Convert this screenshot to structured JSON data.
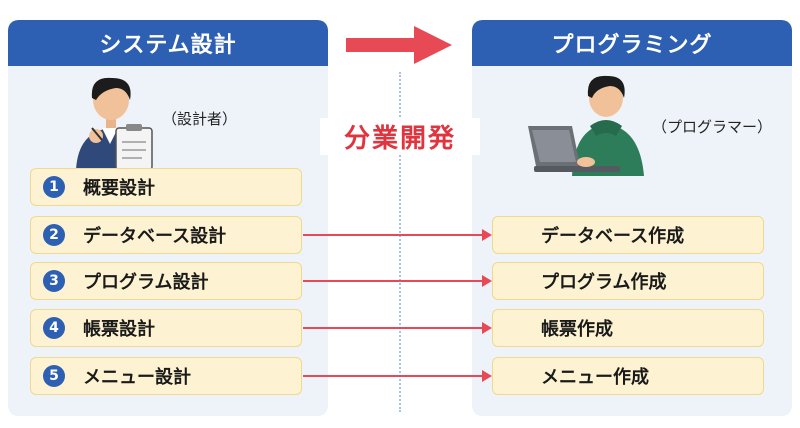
{
  "left_panel": {
    "title": "システム設計",
    "role": "（設計者）"
  },
  "right_panel": {
    "title": "プログラミング",
    "role": "（プログラマー）"
  },
  "center_label": "分業開発",
  "left_items": [
    {
      "num": "1",
      "label": "概要設計"
    },
    {
      "num": "2",
      "label": "データベース設計"
    },
    {
      "num": "3",
      "label": "プログラム設計"
    },
    {
      "num": "4",
      "label": "帳票設計"
    },
    {
      "num": "5",
      "label": "メニュー設計"
    }
  ],
  "right_items": [
    {
      "label": "データベース作成"
    },
    {
      "label": "プログラム作成"
    },
    {
      "label": "帳票作成"
    },
    {
      "label": "メニュー作成"
    }
  ],
  "colors": {
    "header": "#2d5fb3",
    "arrow": "#e84a55",
    "box": "#fdf3d2",
    "accent_text": "#e0343f"
  }
}
